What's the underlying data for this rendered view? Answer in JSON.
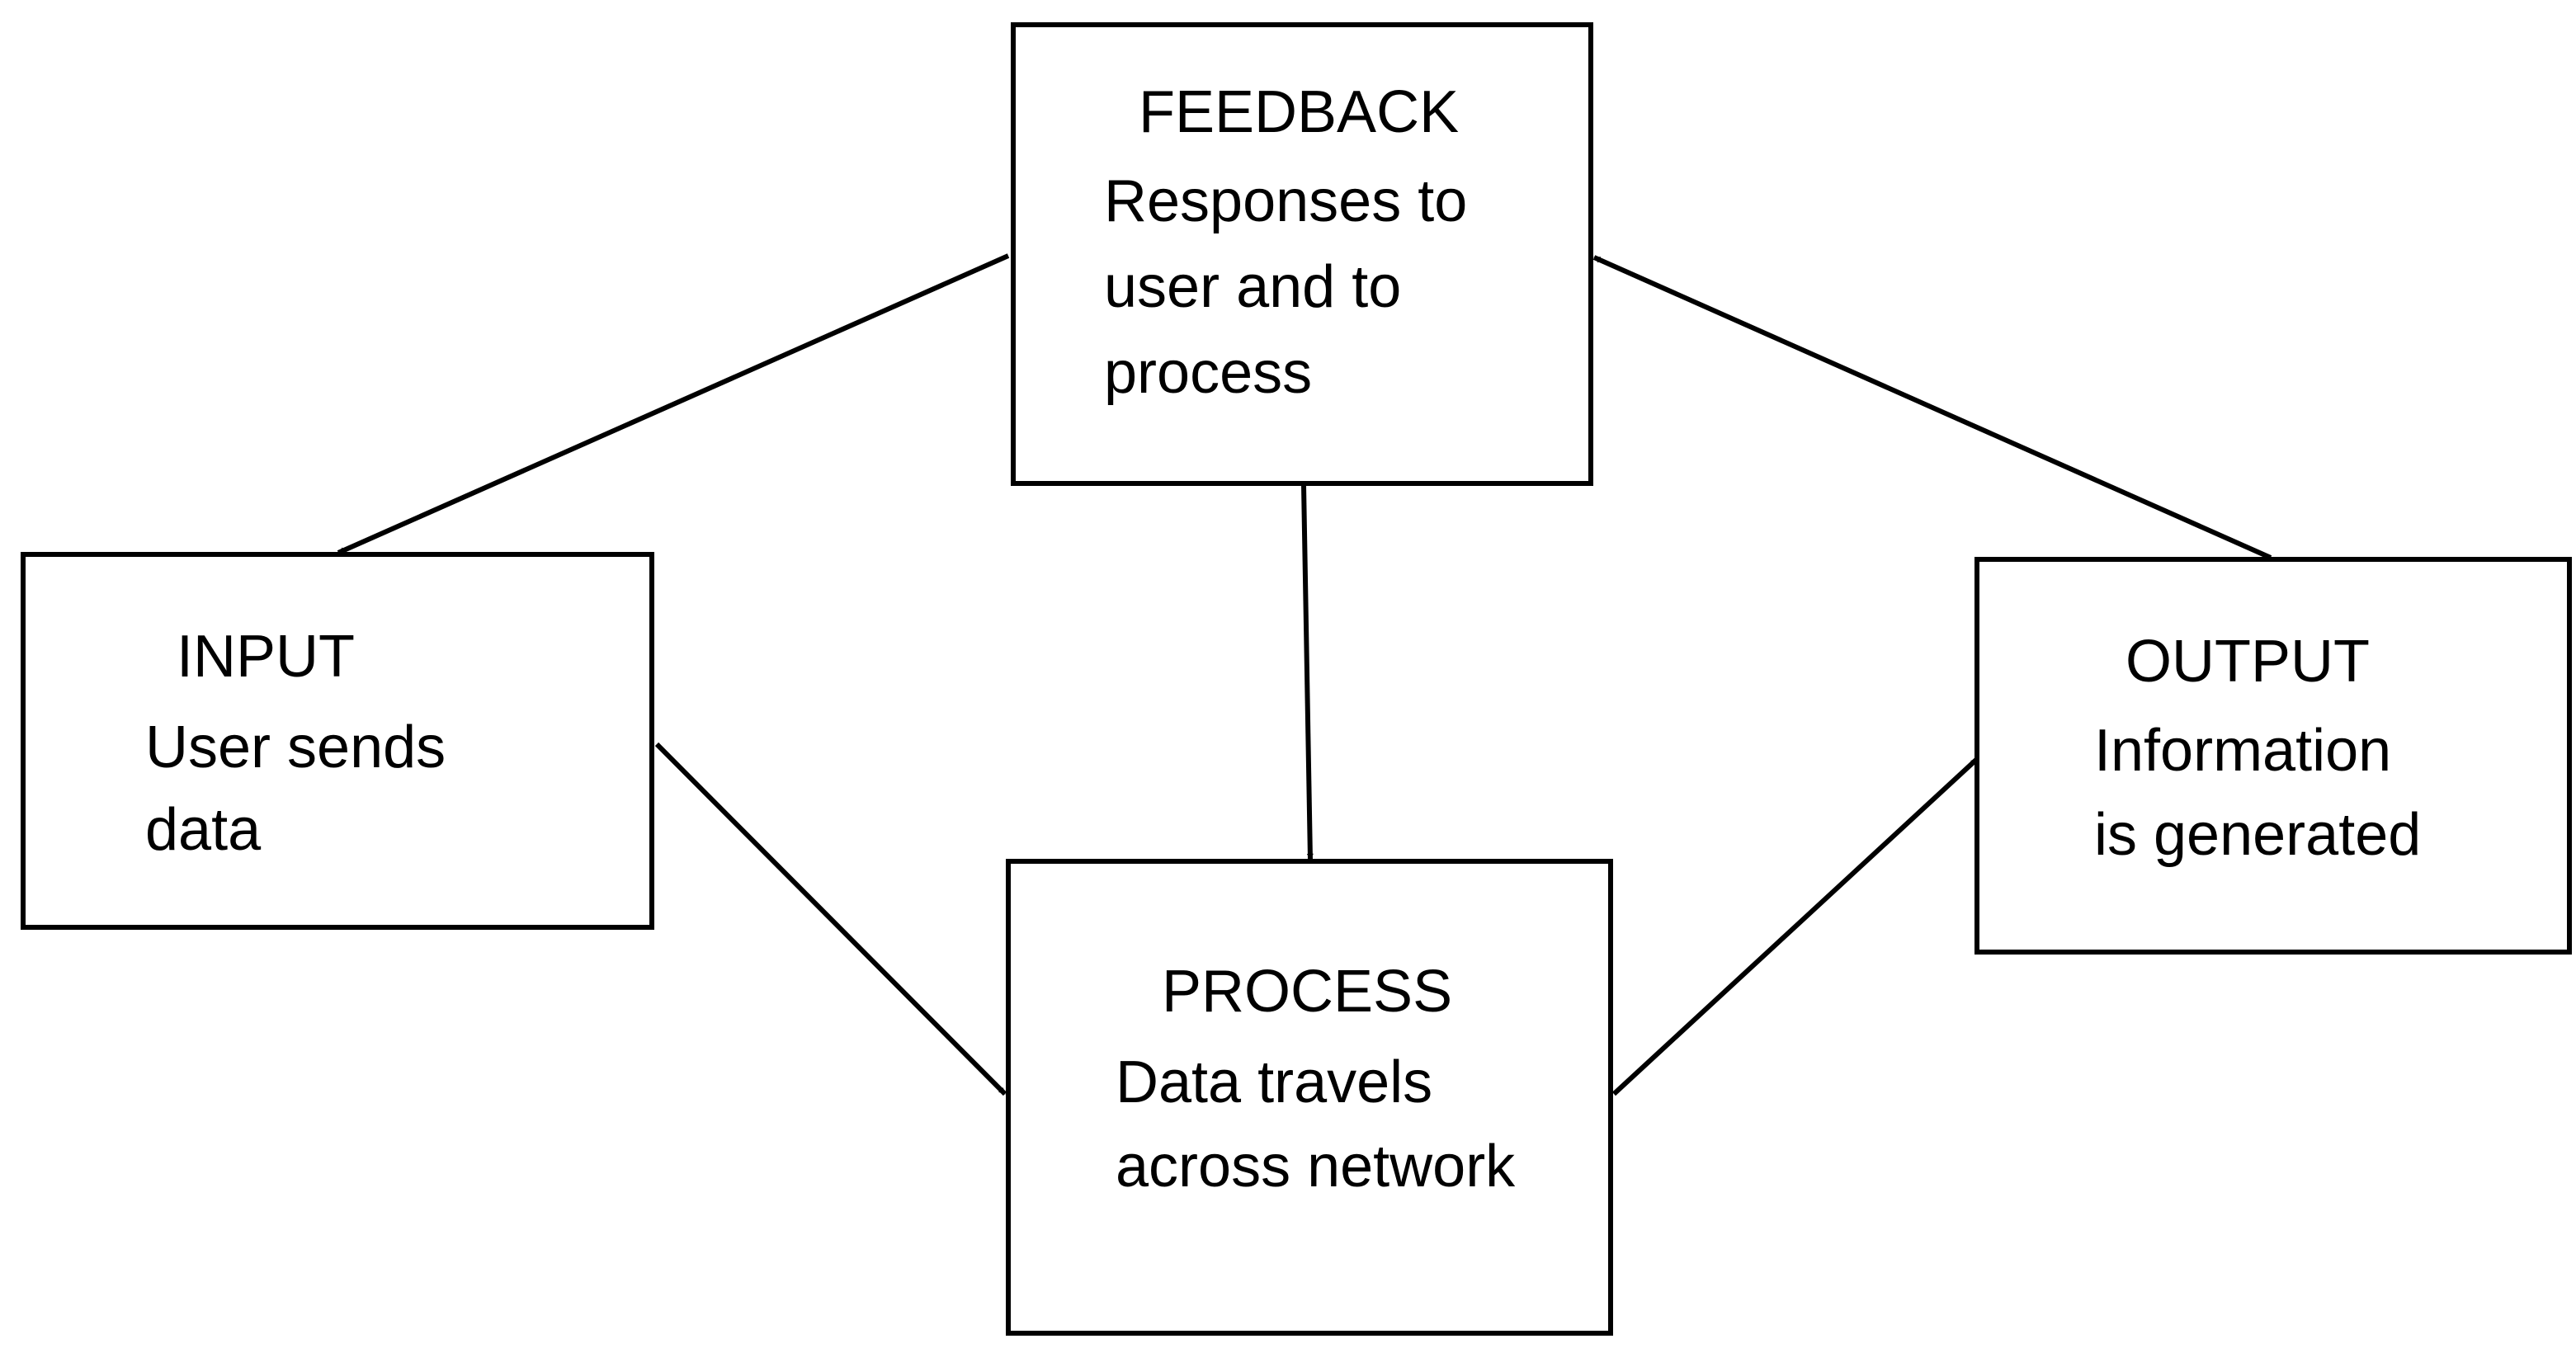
{
  "nodes": {
    "feedback": {
      "title": "FEEDBACK",
      "line1": "Responses to",
      "line2": "user and to",
      "line3": "process"
    },
    "input": {
      "title": "INPUT",
      "line1": "User sends",
      "line2": "data"
    },
    "process": {
      "title": "PROCESS",
      "line1": "Data travels",
      "line2": "across network"
    },
    "output": {
      "title": "OUTPUT",
      "line1": "Information",
      "line2": "is generated"
    }
  },
  "edges": [
    {
      "from": "feedback",
      "to": "input"
    },
    {
      "from": "feedback",
      "to": "process"
    },
    {
      "from": "input",
      "to": "process"
    },
    {
      "from": "process",
      "to": "output"
    },
    {
      "from": "output",
      "to": "feedback"
    }
  ],
  "colors": {
    "stroke": "#000000",
    "background": "#ffffff",
    "text": "#000000"
  }
}
